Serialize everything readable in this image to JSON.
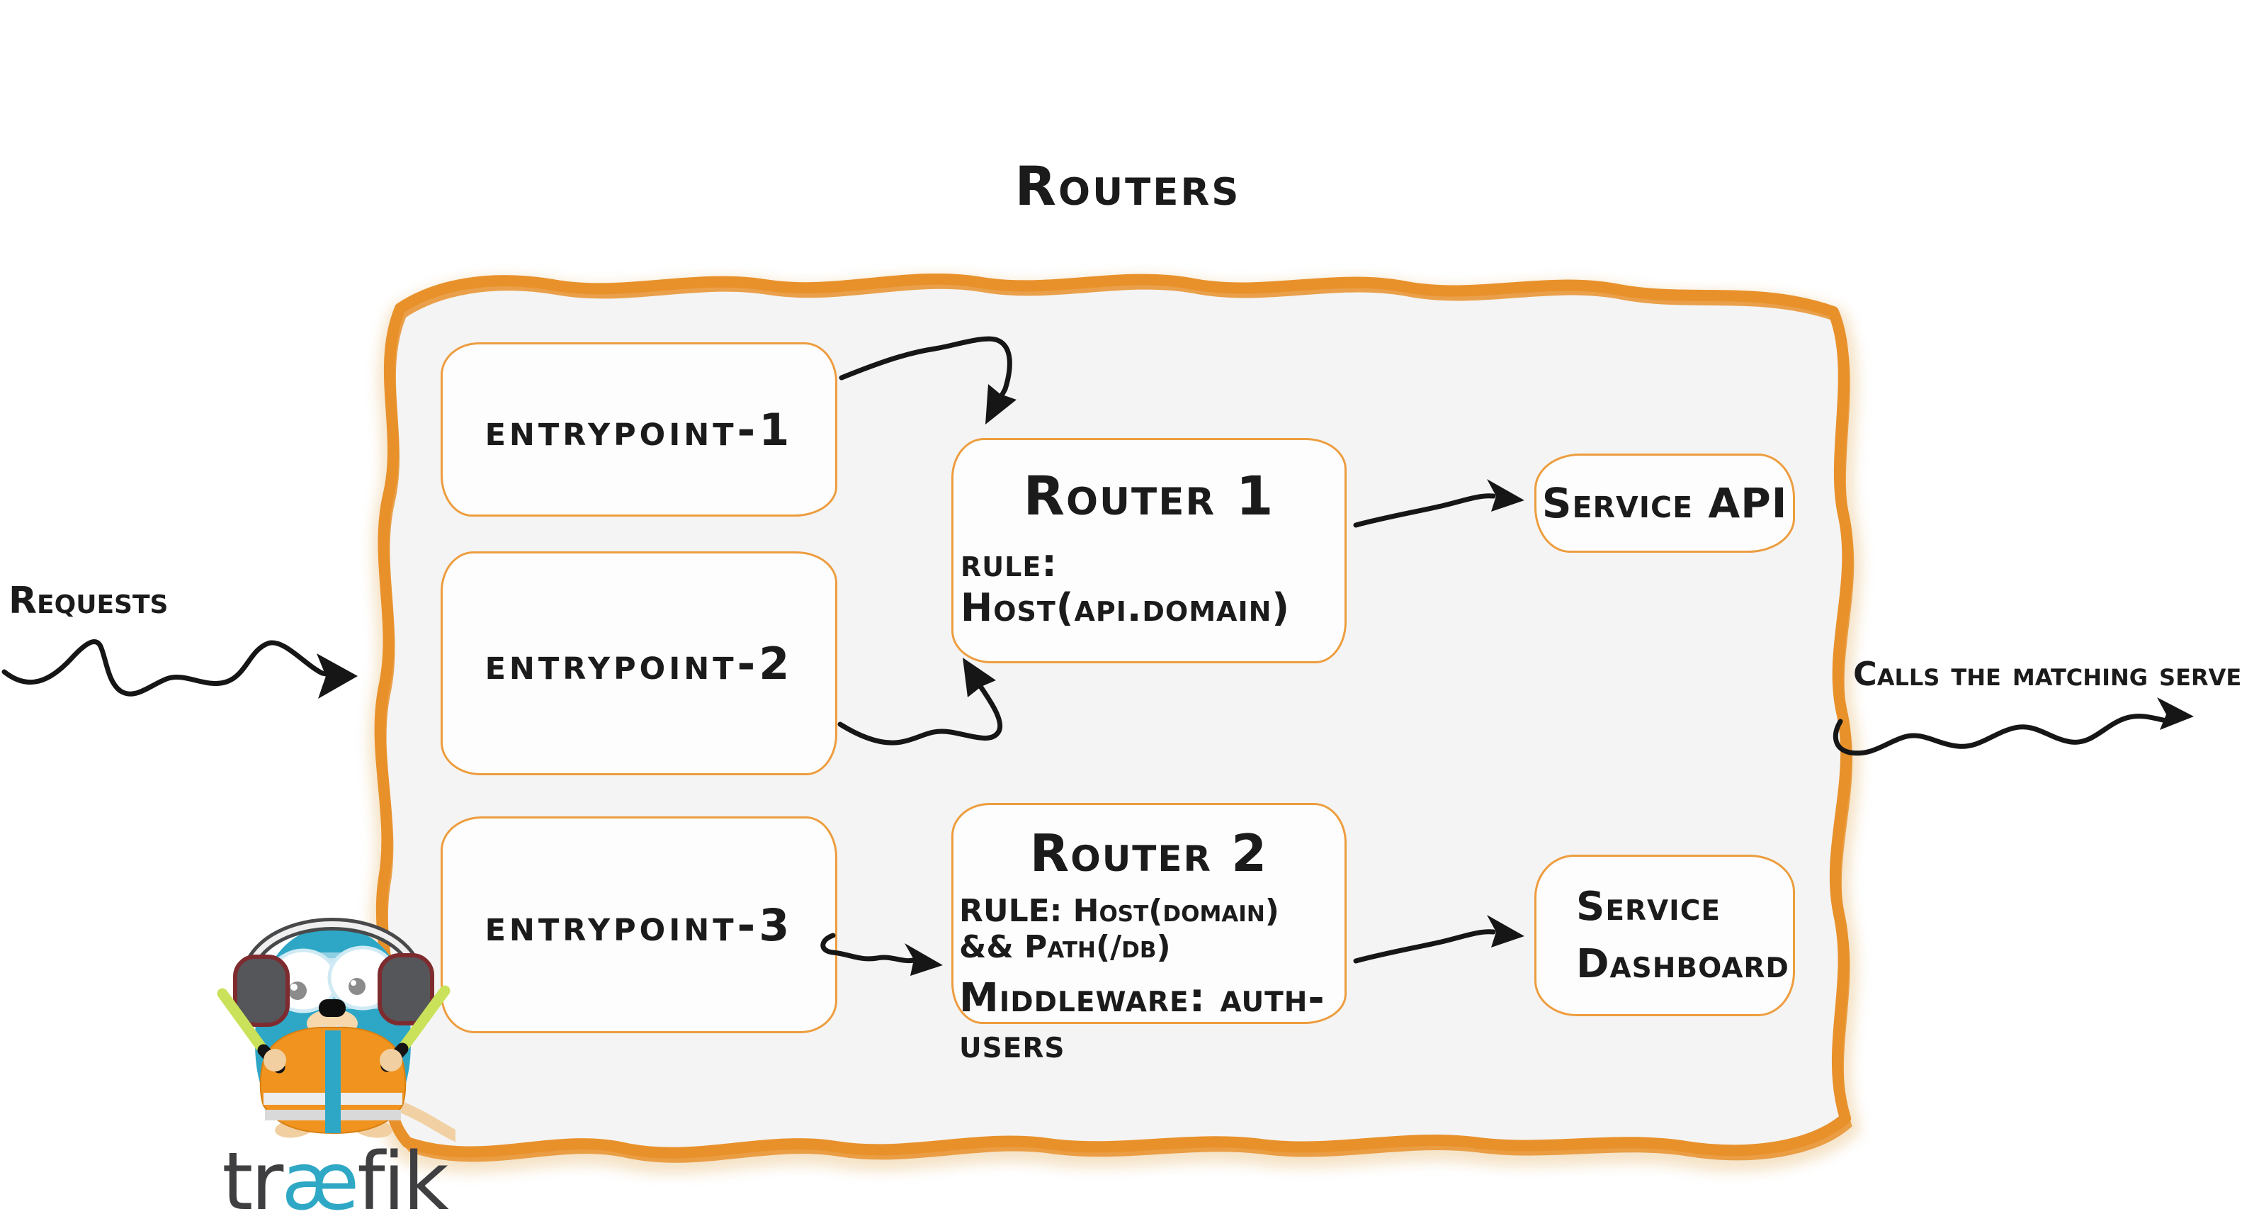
{
  "diagram": {
    "title": "Routers",
    "requests_label": "Requests",
    "calls_label": "Calls the matching server"
  },
  "entrypoints": [
    {
      "label": "entrypoint-1"
    },
    {
      "label": "entrypoint-2"
    },
    {
      "label": "entrypoint-3"
    }
  ],
  "routers": [
    {
      "title": "Router 1",
      "rule": "rule: Host(api.domain)"
    },
    {
      "title": "Router 2",
      "rule": "RULE: Host(domain) && Path(/db)",
      "middleware": "Middleware: auth-users"
    }
  ],
  "services": [
    {
      "label": "Service API"
    },
    {
      "label": "Service Dashboard"
    }
  ],
  "connections": [
    {
      "from": "Requests",
      "to": "routers container"
    },
    {
      "from": "entrypoint-1",
      "to": "Router 1"
    },
    {
      "from": "entrypoint-2",
      "to": "Router 1"
    },
    {
      "from": "entrypoint-3",
      "to": "Router 2"
    },
    {
      "from": "Router 1",
      "to": "Service API"
    },
    {
      "from": "Router 2",
      "to": "Service Dashboard"
    },
    {
      "from": "routers container",
      "to": "Calls the matching server"
    }
  ],
  "logo": {
    "pre": "tr",
    "ae": "æ",
    "post": "fik"
  },
  "colors": {
    "container_border": "#e8912b",
    "box_border": "#ed9d3f",
    "container_fill": "#f4f4f4",
    "text": "#1b1b1b",
    "arrow": "#161616",
    "logo_teal": "#2fa8c5",
    "vest_orange": "#f0941f",
    "baton_green": "#c9e25a"
  }
}
